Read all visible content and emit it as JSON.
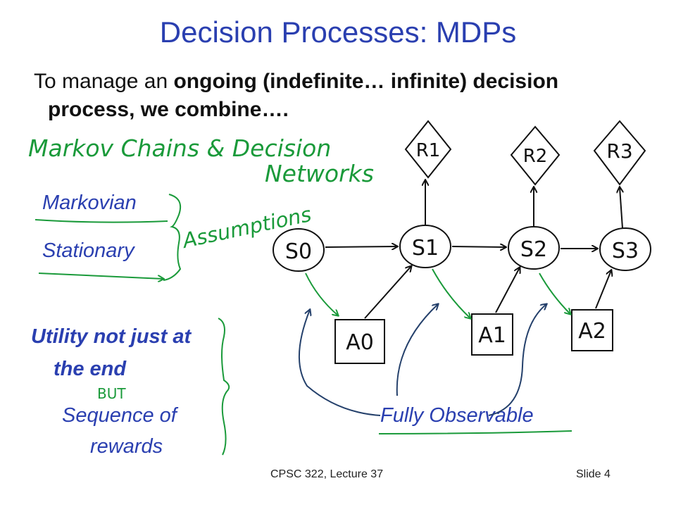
{
  "slide": {
    "title": "Decision Processes: MDPs",
    "intro_part1": "To manage an ",
    "intro_bold1": "ongoing (indefinite… infinite) decision",
    "intro_bold2": "process, we combine….",
    "labels": {
      "markovian": "Markovian",
      "stationary": "Stationary",
      "utility_line1": "Utility not just at",
      "utility_line2": "the end",
      "sequence_line1": "Sequence of",
      "sequence_line2": "rewards",
      "fully_observable": "Fully Observable"
    },
    "handwriting": {
      "markov_line1": "Markov Chains & Decision",
      "markov_line2": "Networks",
      "assumptions": "Assumptions",
      "but": "BUT"
    },
    "diagram": {
      "states": [
        "S0",
        "S1",
        "S2",
        "S3"
      ],
      "actions": [
        "A0",
        "A1",
        "A2"
      ],
      "rewards": [
        "R1",
        "R2",
        "R3"
      ]
    },
    "footer": {
      "course": "CPSC 322, Lecture 37",
      "slide_number": "Slide 4"
    },
    "colors": {
      "title": "#2a3fb0",
      "ink_green": "#1a9a3a",
      "ink_navy": "#24406b",
      "ink_black": "#111111"
    }
  }
}
